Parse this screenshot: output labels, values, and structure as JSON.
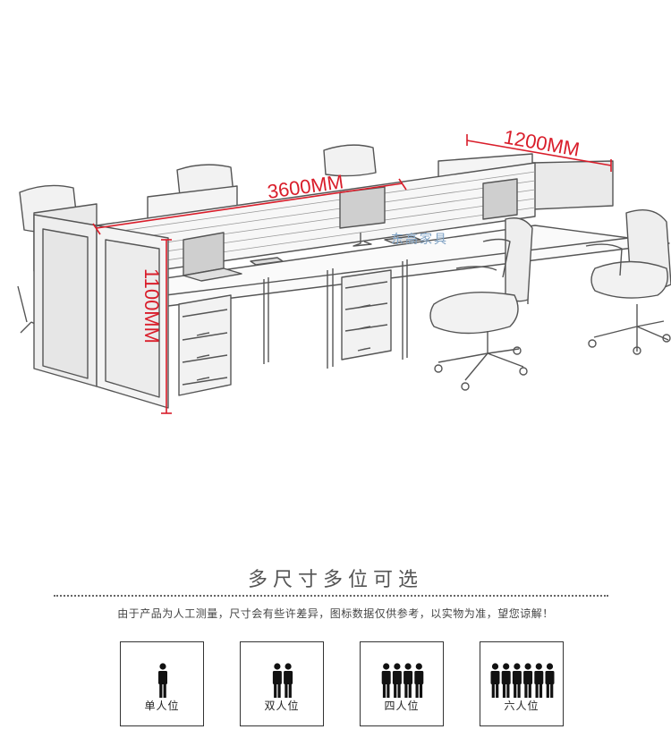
{
  "dimensions": {
    "width_label": "3600MM",
    "depth_label": "1200MM",
    "height_label": "1100MM"
  },
  "watermark": "东高家具",
  "section": {
    "title": "多尺寸多位可选",
    "note": "由于产品为人工测量，尺寸会有些许差异，图标数据仅供参考，以实物为准，望您谅解！"
  },
  "options": [
    {
      "label": "单人位",
      "icon": "person-1-icon",
      "people": 1
    },
    {
      "label": "双人位",
      "icon": "person-2-icon",
      "people": 2
    },
    {
      "label": "四人位",
      "icon": "person-4-icon",
      "people": 4
    },
    {
      "label": "六人位",
      "icon": "person-6-icon",
      "people": 6
    }
  ],
  "colors": {
    "dimension_red": "#d91d2a",
    "line": "#555555"
  }
}
